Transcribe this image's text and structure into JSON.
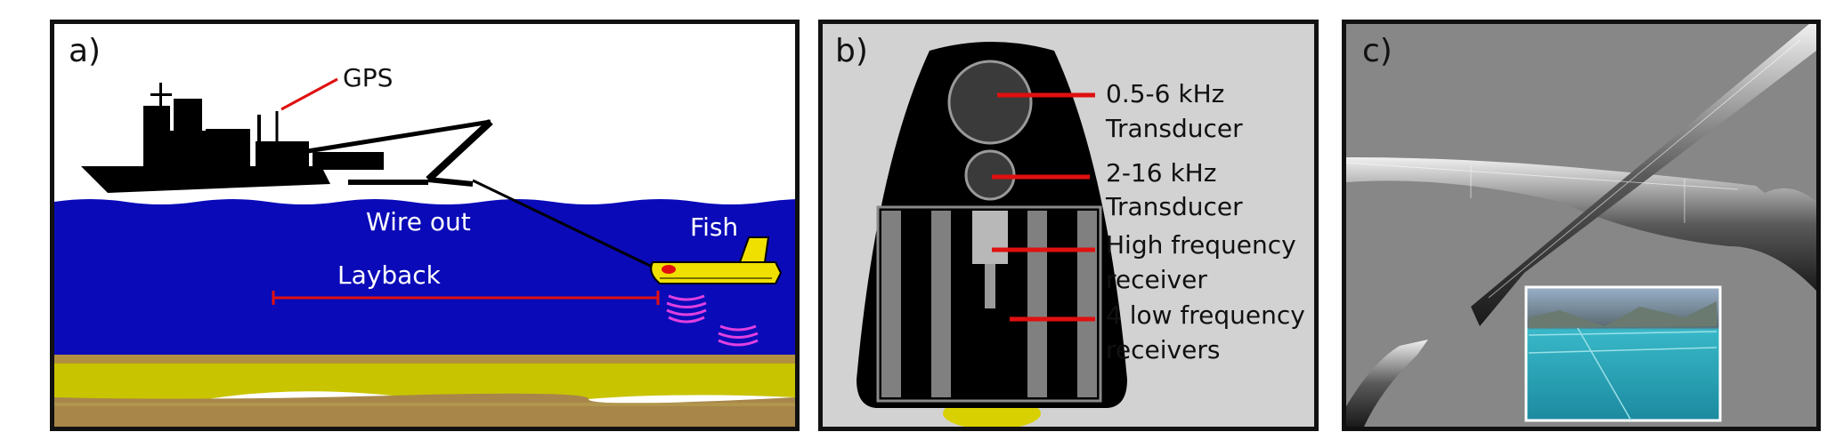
{
  "panels": {
    "a": {
      "label": "a)",
      "gps": "GPS",
      "wire_out": "Wire out",
      "fish": "Fish",
      "layback": "Layback"
    },
    "b": {
      "label": "b)",
      "callouts": [
        {
          "line1": "0.5-6 kHz",
          "line2": "Transducer"
        },
        {
          "line1": "2-16 kHz",
          "line2": "Transducer"
        },
        {
          "line1": "High frequency",
          "line2": "receiver"
        },
        {
          "line1": "4 low frequency",
          "line2": "receivers"
        }
      ]
    },
    "c": {
      "label": "c)"
    }
  },
  "colors": {
    "sea": "#0a0ab8",
    "sediment": "#c8c400",
    "seabed": "#a8864a",
    "annotation": "#e01010",
    "fish_body": "#f0e000",
    "sonar": "#e040e0"
  }
}
